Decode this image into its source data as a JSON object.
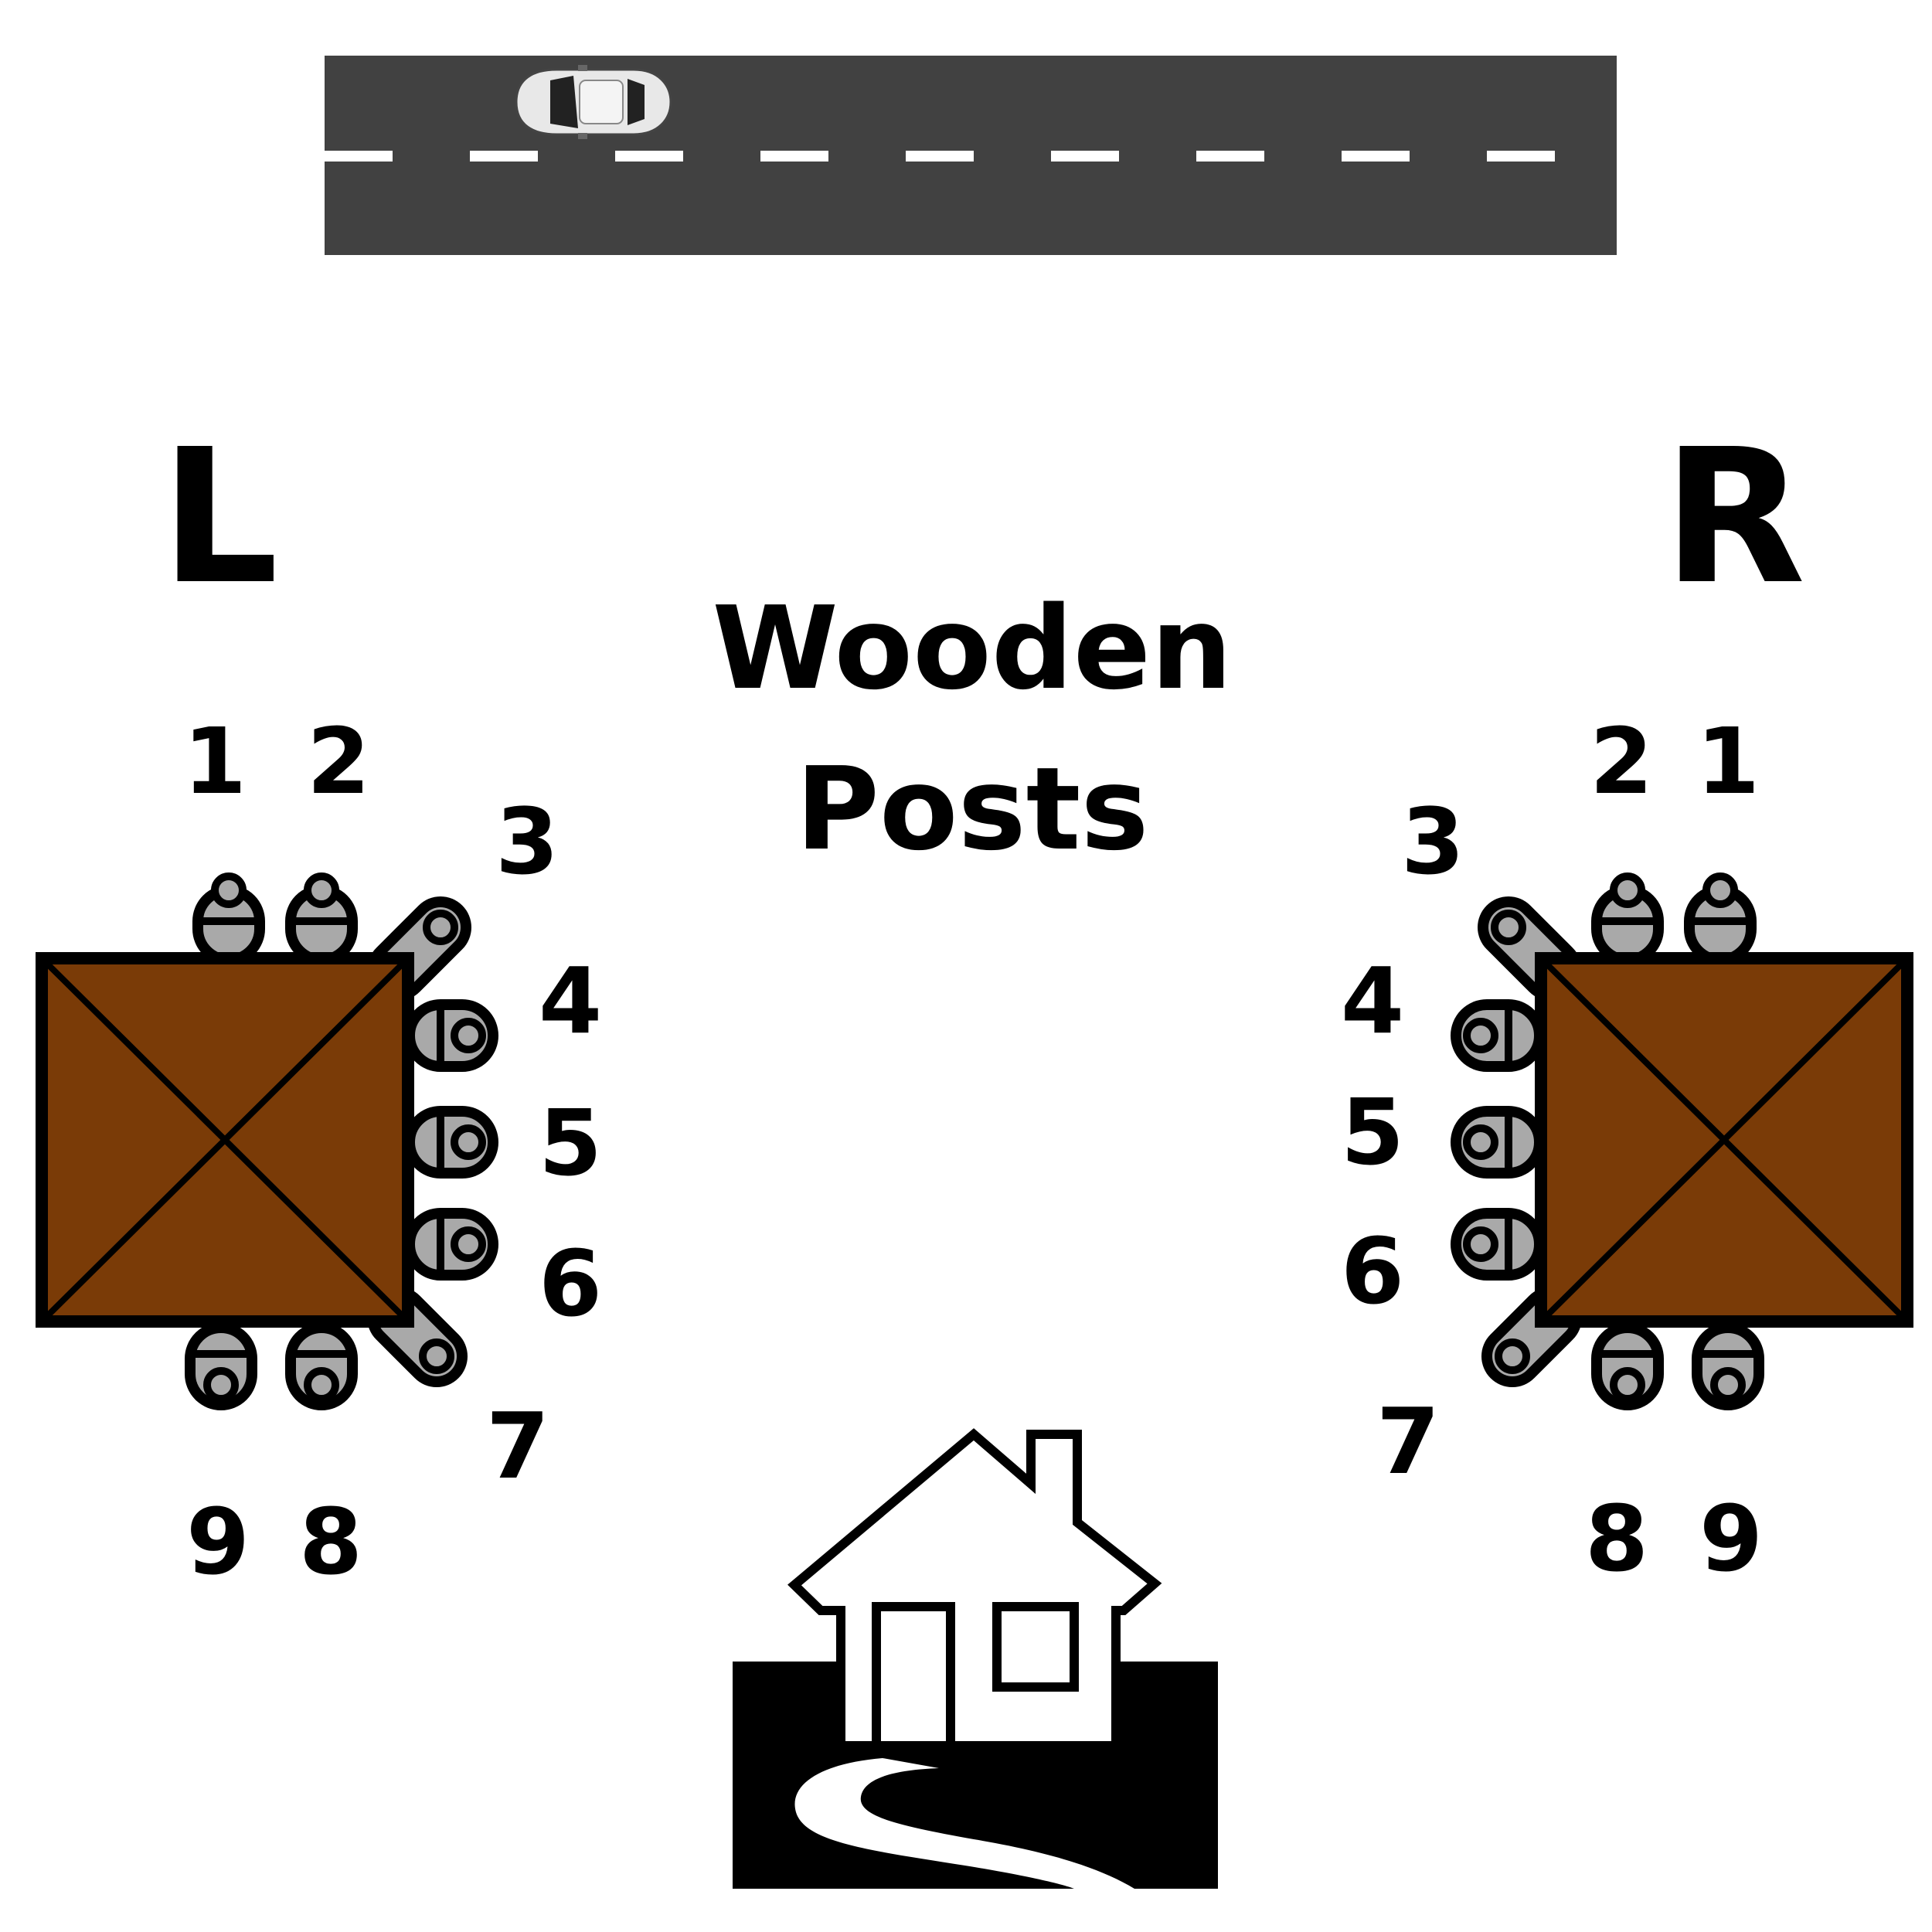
{
  "diagram": {
    "title_line1": "Wooden",
    "title_line2": "Posts",
    "side_left": "L",
    "side_right": "R",
    "left_labels": [
      "1",
      "2",
      "3",
      "4",
      "5",
      "6",
      "7",
      "8",
      "9"
    ],
    "right_labels": [
      "1",
      "2",
      "3",
      "4",
      "5",
      "6",
      "7",
      "8",
      "9"
    ],
    "icons": [
      "road",
      "car-icon",
      "house-icon",
      "wooden-post-icon",
      "rope-tie-icon"
    ],
    "colors": {
      "road": "#414141",
      "road_dash": "#ffffff",
      "post_wood": "#7a3b07",
      "outline": "#000000",
      "tie": "#a9a9a9",
      "car_body": "#e8e8e8"
    }
  }
}
